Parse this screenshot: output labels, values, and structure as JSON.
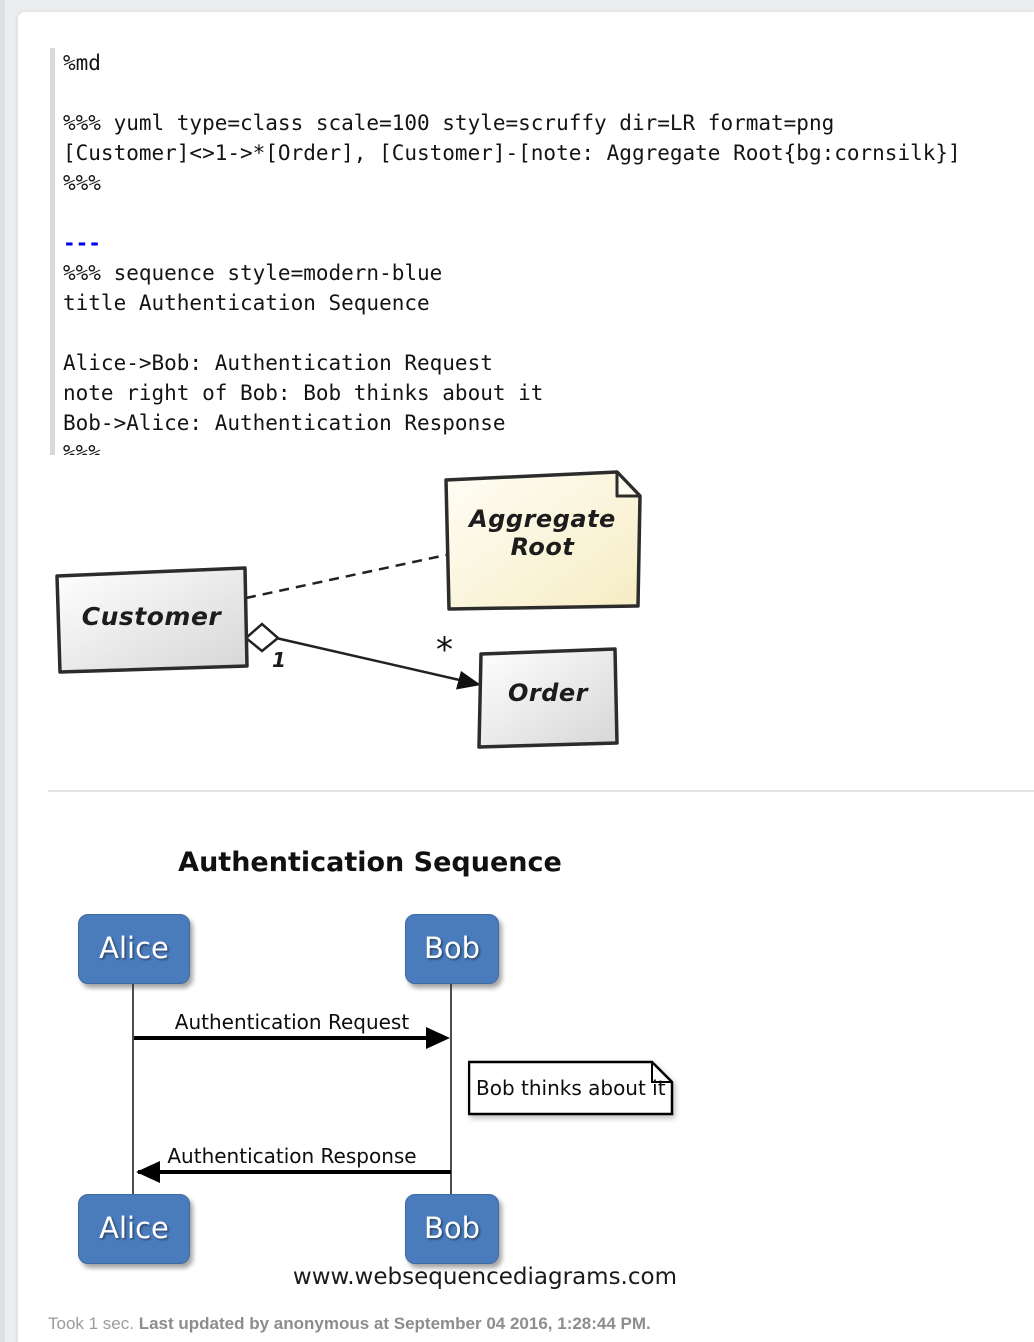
{
  "code_cell": {
    "lines": [
      "%md",
      "",
      "%%% yuml type=class scale=100 style=scruffy dir=LR format=png",
      "[Customer]<>1->*[Order], [Customer]-[note: Aggregate Root{bg:cornsilk}]",
      "%%%",
      "",
      "---",
      "%%% sequence style=modern-blue",
      "title Authentication Sequence",
      "",
      "Alice->Bob: Authentication Request",
      "note right of Bob: Bob thinks about it",
      "Bob->Alice: Authentication Response",
      "%%%"
    ],
    "hr_color": "#0000ee"
  },
  "yuml_diagram": {
    "customer_label": "Customer",
    "note_line1": "Aggregate",
    "note_line2": "Root",
    "order_label": "Order",
    "multiplicity_one": "1",
    "multiplicity_many": "*",
    "note_bg": "#f6ecc3"
  },
  "sequence_diagram": {
    "title": "Authentication Sequence",
    "actor_alice": "Alice",
    "actor_bob": "Bob",
    "message_request": "Authentication Request",
    "note_text": "Bob thinks about it",
    "message_response": "Authentication Response",
    "watermark": "www.websequencediagrams.com",
    "actor_color": "#4a7cbd"
  },
  "footer": {
    "took": "Took 1 sec. ",
    "updated": "Last updated by anonymous at September 04 2016, 1:28:44 PM."
  }
}
